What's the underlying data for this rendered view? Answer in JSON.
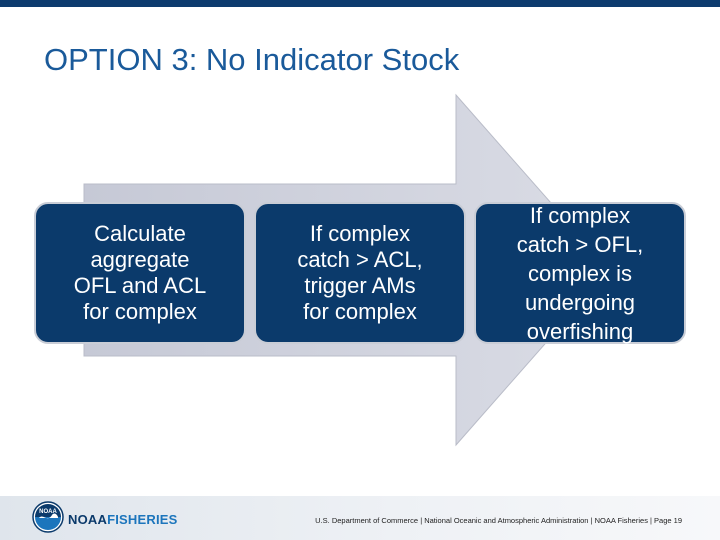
{
  "slide": {
    "title": "OPTION 3: No Indicator Stock"
  },
  "steps": [
    {
      "lines": [
        "Calculate",
        "aggregate",
        "OFL and ACL",
        "for complex"
      ]
    },
    {
      "lines": [
        "If complex",
        "catch > ACL,",
        "trigger AMs",
        "for complex"
      ]
    },
    {
      "lines": [
        "If complex",
        "catch > OFL,",
        "complex is",
        "undergoing",
        "overfishing"
      ]
    }
  ],
  "footer": {
    "logo_part1": "NOAA",
    "logo_part2": "FISHERIES",
    "emblem_text": "NOAA",
    "text": "U.S. Department of Commerce | National Oceanic and Atmospheric Administration | NOAA Fisheries | Page 19"
  },
  "colors": {
    "header_bar": "#0d3b6e",
    "title": "#1a5a9a",
    "box_fill": "#0b3a6b",
    "arrow_fill": "#d3d6e0",
    "logo_noaa": "#0b3a6b",
    "logo_fisheries": "#1c75bc"
  }
}
